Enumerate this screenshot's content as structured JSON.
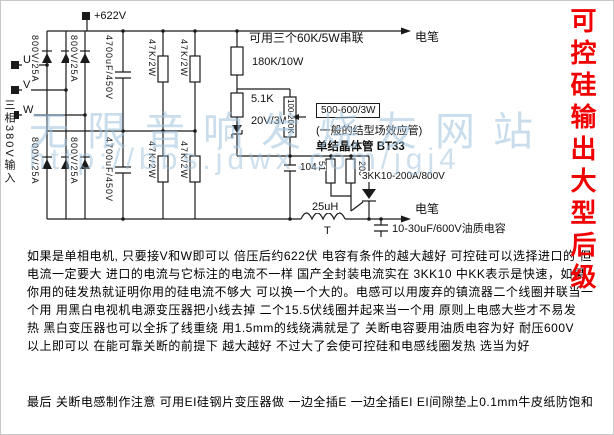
{
  "title": {
    "vertical_text": "可控硅输出大型后级"
  },
  "watermark": {
    "line1": "无限音响发烧友网站",
    "line2": "http://bbs.jdwx.com/jgj4"
  },
  "schematic": {
    "rail_voltage": "+622V",
    "input_label": "三相380V输入",
    "phase_u": "U",
    "phase_v": "V",
    "phase_w": "W",
    "diode_rating": "800V/25A",
    "filter_cap": "4700uF/450V",
    "bleeder_resistor": "47K/2W",
    "series_note": "可用三个60K/5W串联",
    "dropper_resistor": "180K/10W",
    "probe": "电笔",
    "r_5k1": "5.1K",
    "zener": "20V/3W",
    "potentiometer": "100-200K",
    "box_resistor": "500-600/3W",
    "fet_note": "(一般的结型场效应管)",
    "ujt_label": "单结晶体管 BT33",
    "cap_104": "104",
    "r_51": "51",
    "r_200": "200",
    "scr_label": "3KK10-200A/800V",
    "inductor": "25uH",
    "transformer": "T",
    "oil_cap": "10-30uF/600V油质电容"
  },
  "notes": {
    "lines": [
      "如果是单相电机, 只要接V和W即可以  倍压后约622伏  电容有条件的越大越好  可控硅可以选择进口的  但",
      "电流一定要大  进口的电流与它标注的电流不一样  国产全封装电流实在 3KK10 中KK表示是快速，如果",
      "你用的硅发热就证明你用的硅电流不够大  可以换一个大的。电感可以用废弃的镇流器二个线圈并联当一",
      "个用  用黑白电视机电源变压器把小线去掉  二个15.5伏线圈并起来当一个用  原则上电感大些才不易发",
      "热  黑白变压器也可以全拆了线重绕  用1.5mm的线绕满就是了   关断电容要用油质电容为好  耐压600V",
      "以上即可以  在能可靠关断的前提下  越大越好  不过大了会使可控硅和电感线圈发热  选当为好",
      "最后  关断电感制作注意  可用EI硅钢片变压器做  一边全插E  一边全插EI  EI间隙垫上0.1mm牛皮纸防饱和"
    ]
  }
}
